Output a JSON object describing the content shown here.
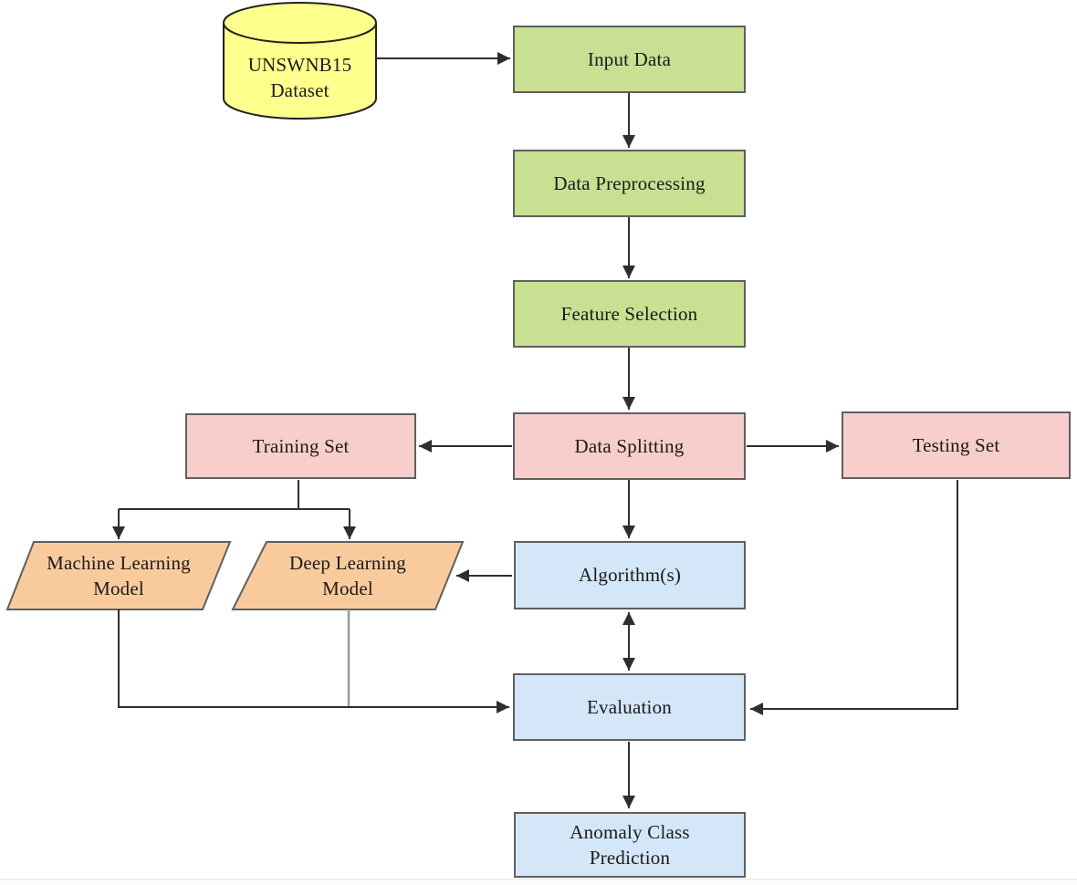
{
  "diagram": {
    "type": "flowchart",
    "subject": "Anomaly detection pipeline on UNSWNB15 dataset",
    "colors": {
      "yellow": "#feff8c",
      "green": "#c9e093",
      "pink": "#f8cecc",
      "orange": "#f9cb9c",
      "blue": "#d4e7f8",
      "border": "#5f5f5f",
      "cyl_border": "#222222",
      "connector": "#2e2e2e",
      "connector_gray": "#9a9a9a",
      "text": "#1b1b1b"
    },
    "nodes": {
      "dataset": {
        "shape": "cylinder",
        "line1": "UNSWNB15",
        "line2": "Dataset"
      },
      "input_data": {
        "shape": "rect",
        "label": "Input Data"
      },
      "data_preprocessing": {
        "shape": "rect",
        "label": "Data Preprocessing"
      },
      "feature_selection": {
        "shape": "rect",
        "label": "Feature Selection"
      },
      "data_splitting": {
        "shape": "rect",
        "label": "Data Splitting"
      },
      "training_set": {
        "shape": "rect",
        "label": "Training Set"
      },
      "testing_set": {
        "shape": "rect",
        "label": "Testing Set"
      },
      "ml_model": {
        "shape": "parallelogram",
        "line1": "Machine Learning",
        "line2": "Model"
      },
      "dl_model": {
        "shape": "parallelogram",
        "line1": "Deep Learning",
        "line2": "Model"
      },
      "algorithms": {
        "shape": "rect",
        "label": "Algorithm(s)"
      },
      "evaluation": {
        "shape": "rect",
        "label": "Evaluation"
      },
      "anomaly_prediction": {
        "shape": "rect",
        "line1": "Anomaly Class",
        "line2": "Prediction"
      }
    },
    "edges": [
      {
        "from": "dataset",
        "to": "input_data",
        "style": "arrow"
      },
      {
        "from": "input_data",
        "to": "data_preprocessing",
        "style": "arrow"
      },
      {
        "from": "data_preprocessing",
        "to": "feature_selection",
        "style": "arrow"
      },
      {
        "from": "feature_selection",
        "to": "data_splitting",
        "style": "arrow"
      },
      {
        "from": "data_splitting",
        "to": "training_set",
        "style": "arrow"
      },
      {
        "from": "data_splitting",
        "to": "testing_set",
        "style": "arrow"
      },
      {
        "from": "data_splitting",
        "to": "algorithms",
        "style": "arrow"
      },
      {
        "from": "training_set",
        "to": "ml_model",
        "style": "arrow"
      },
      {
        "from": "training_set",
        "to": "dl_model",
        "style": "arrow"
      },
      {
        "from": "algorithms",
        "to": "dl_model",
        "style": "arrow"
      },
      {
        "from": "algorithms",
        "to": "evaluation",
        "style": "double-arrow"
      },
      {
        "from": "ml_model",
        "to": "evaluation",
        "style": "arrow"
      },
      {
        "from": "dl_model",
        "to": "evaluation",
        "style": "gray-line"
      },
      {
        "from": "testing_set",
        "to": "evaluation",
        "style": "arrow"
      },
      {
        "from": "evaluation",
        "to": "anomaly_prediction",
        "style": "arrow"
      }
    ]
  }
}
